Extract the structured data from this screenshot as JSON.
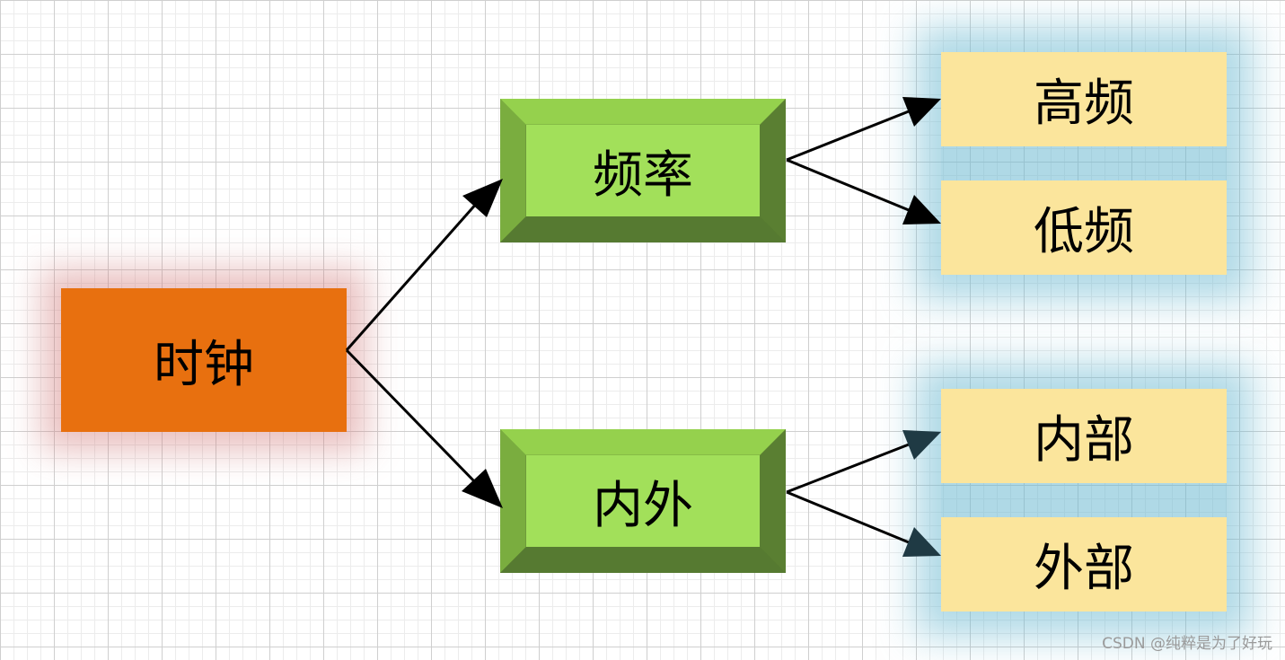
{
  "nodes": {
    "root": "时钟",
    "frequency": "频率",
    "inner_outer": "内外",
    "high_freq": "高频",
    "low_freq": "低频",
    "internal": "内部",
    "external": "外部"
  },
  "watermark": "CSDN @纯粹是为了好玩",
  "colors": {
    "root_fill": "#e8700f",
    "middle_fill": "#a2e05a",
    "leaf_fill": "#fbe59c",
    "leaf_glow": "#6eb9d2",
    "root_glow": "#d07878",
    "edge": "#000000"
  }
}
